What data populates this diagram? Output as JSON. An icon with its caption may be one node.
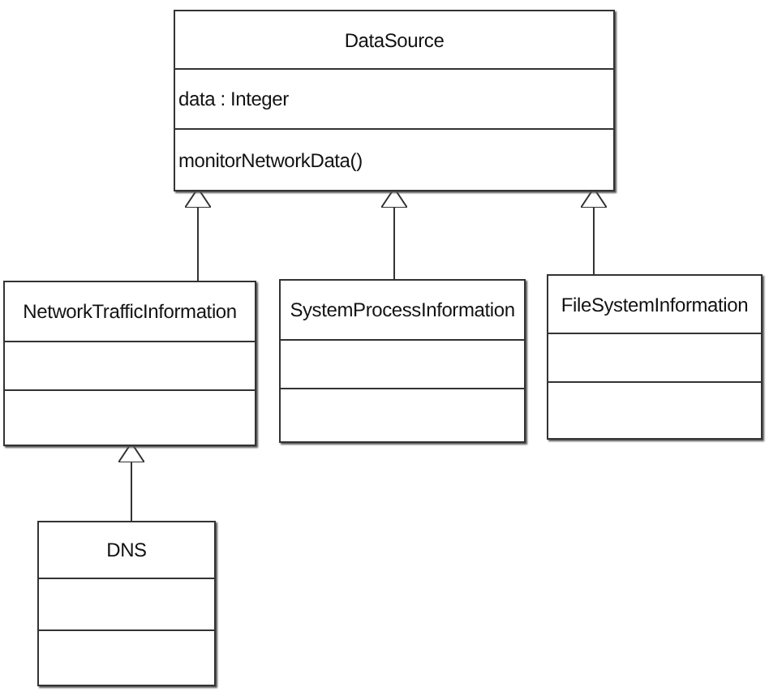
{
  "diagram": {
    "nodes": [
      {
        "text": [
          "DataSource",
          "data : Integer",
          "monitorNetworkData()"
        ]
      },
      {
        "text": [
          "NetworkTrafficInformation"
        ]
      },
      {
        "text": [
          "SystemProcessInformation"
        ]
      },
      {
        "text": [
          "FileSystemInformation"
        ]
      },
      {
        "text": [
          "DNS"
        ]
      }
    ],
    "edges": [
      {
        "from": 1,
        "to": 0,
        "arrow": "to"
      },
      {
        "from": 2,
        "to": 0,
        "arrow": "to"
      },
      {
        "from": 3,
        "to": 0,
        "arrow": "to"
      },
      {
        "from": 4,
        "to": 1,
        "arrow": "to"
      }
    ]
  }
}
